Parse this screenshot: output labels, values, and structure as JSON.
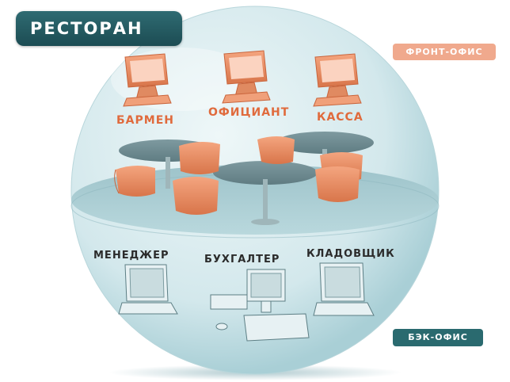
{
  "title": "РЕСТОРАН",
  "front_office": {
    "label": "ФРОНТ-ОФИС",
    "roles": [
      "БАРМЕН",
      "ОФИЦИАНТ",
      "КАССА"
    ]
  },
  "back_office": {
    "label": "БЭК-ОФИС",
    "roles": [
      "МЕНЕДЖЕР",
      "БУХГАЛТЕР",
      "КЛАДОВЩИК"
    ]
  },
  "colors": {
    "title_badge": "#1c4c53",
    "front_accent": "#e06a3c",
    "front_badge": "#f0a98d",
    "back_badge": "#2a6a6f",
    "sphere": "#cfe6ea"
  }
}
